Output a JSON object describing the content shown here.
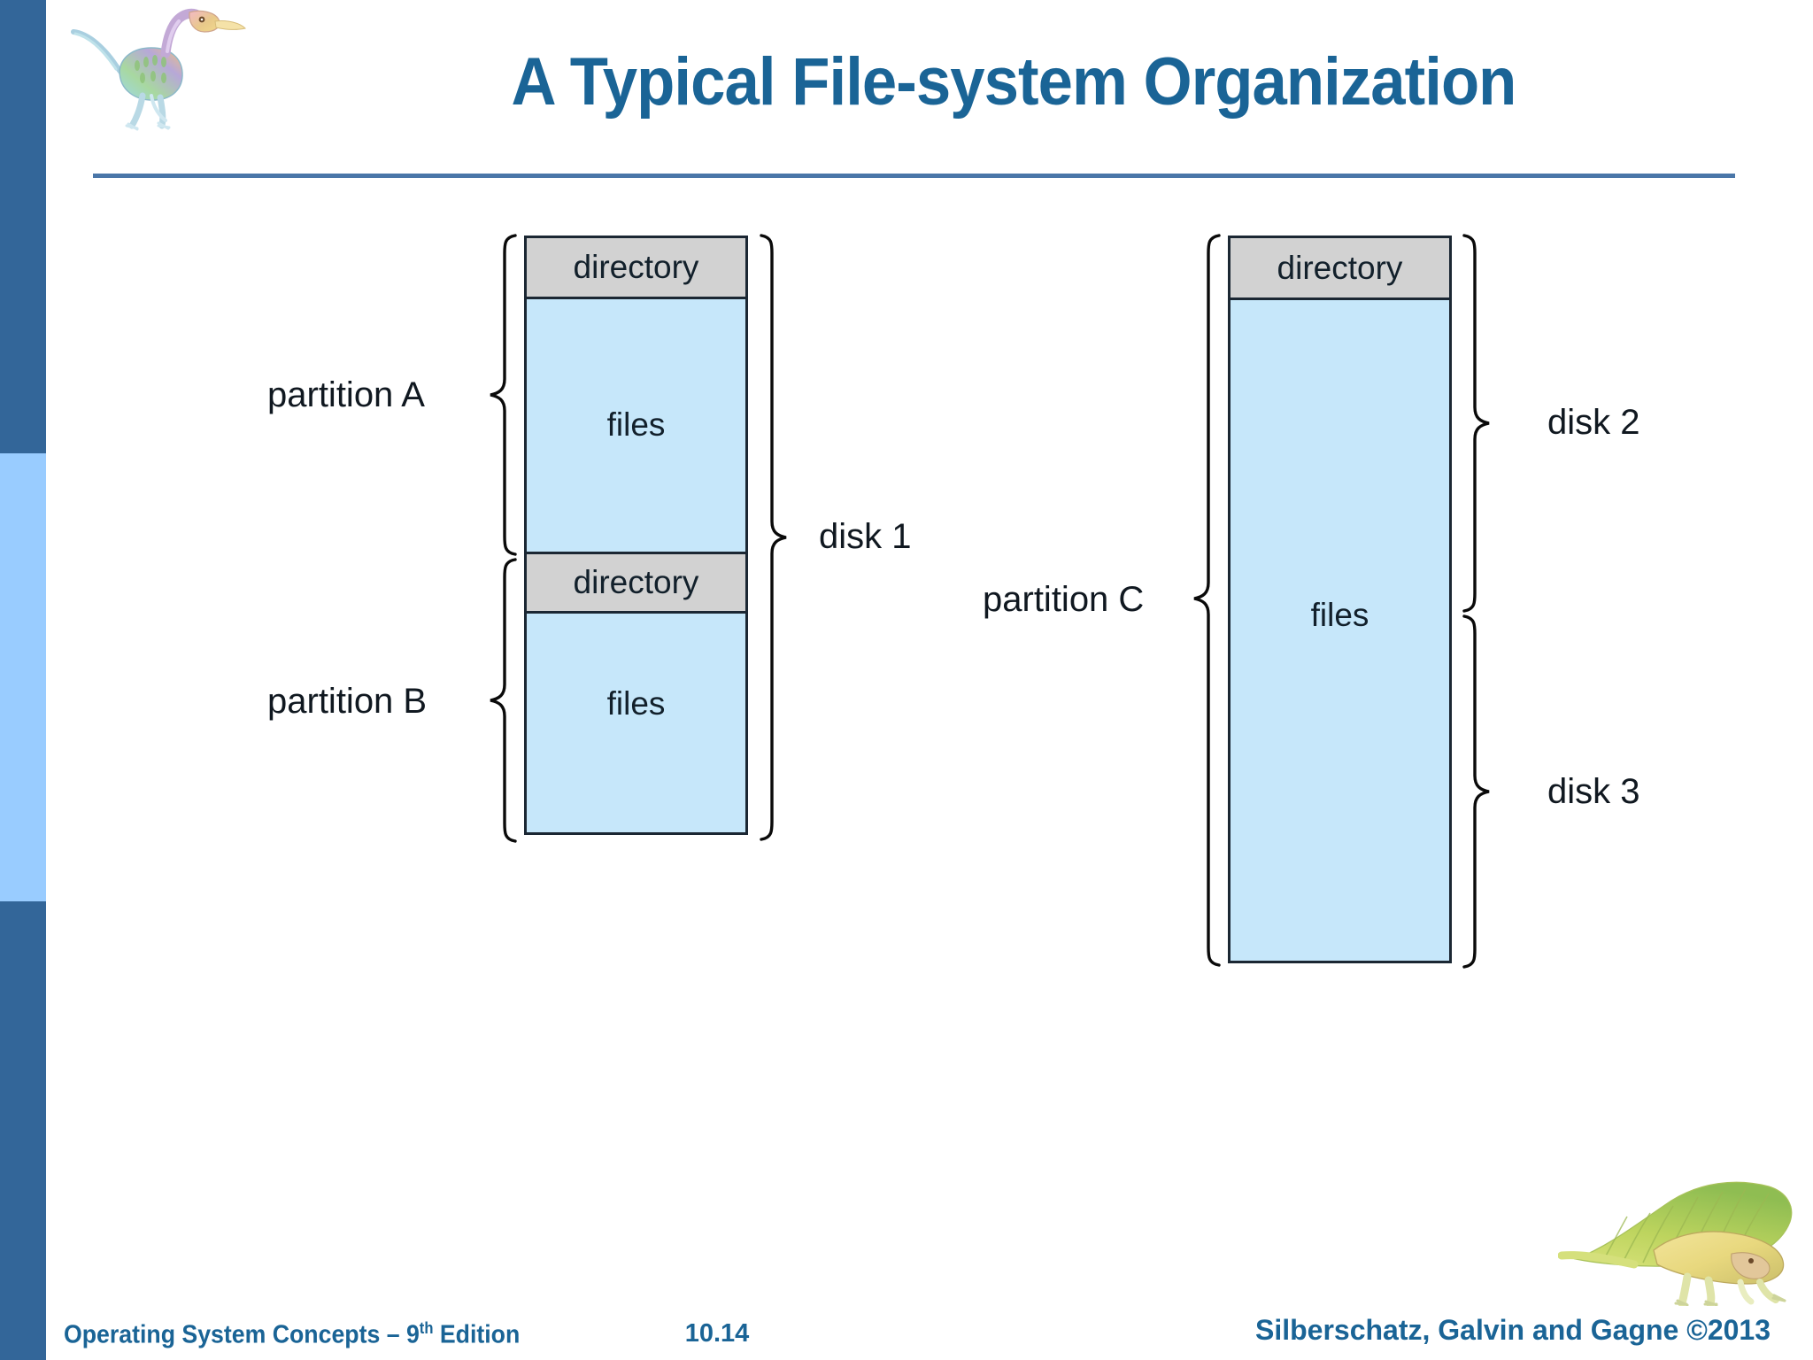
{
  "slide": {
    "title": "A Typical File-system Organization",
    "accent_color": "#1a6496",
    "rail_dark_color": "#336699",
    "rail_light_color": "#99ccff"
  },
  "diagram": {
    "disk1": {
      "partition_a": {
        "label": "partition A",
        "directory_label": "directory",
        "files_label": "files"
      },
      "partition_b": {
        "label": "partition B",
        "directory_label": "directory",
        "files_label": "files"
      },
      "disk_label": "disk 1"
    },
    "disk23": {
      "partition_c": {
        "label": "partition C"
      },
      "directory_label": "directory",
      "files_label": "files",
      "disk2_label": "disk 2",
      "disk3_label": "disk 3"
    },
    "colors": {
      "files_fill": "#c6e7fa",
      "directory_fill": "#d2d2d2",
      "outline": "#1b2733"
    }
  },
  "footer": {
    "left_text": "Operating System Concepts – 9",
    "left_sup": "th",
    "left_text_tail": " Edition",
    "slide_number": "10.14",
    "right_text": "Silberschatz, Galvin and Gagne ©2013"
  }
}
